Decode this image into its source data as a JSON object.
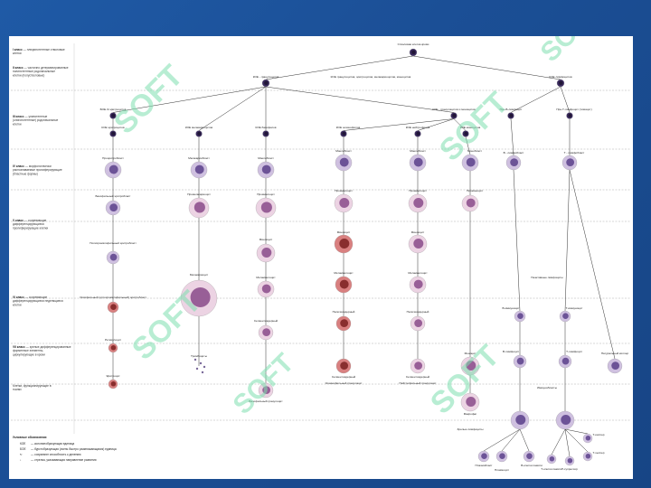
{
  "classes": [
    {
      "head": "I класс",
      "desc": "— плюрипотентные стволовые клетки"
    },
    {
      "head": "II класс",
      "desc": "— частично детерминированные полипотентные родоначальные клетки (полустволовые)"
    },
    {
      "head": "III класс",
      "desc": "— унипотентные (олигопотентные) родоначальные клетки"
    },
    {
      "head": "IV класс",
      "desc": "— морфологически распознаваемые пролиферирующие (бластные формы)"
    },
    {
      "head": "V класс",
      "desc": "— созревающие дифференцирующиеся пролиферирующие клетки"
    },
    {
      "head": "VI класс",
      "desc": "— созревающие дифференцирующиеся неделящиеся клетки"
    },
    {
      "head": "VII класс",
      "desc": "— зрелые дифференцированные форменные элементы, циркулирующие в крови"
    },
    {
      "head": "",
      "desc": "Клетки, функционирующие в тканях"
    }
  ],
  "tree": {
    "stem": "Стволовая клетка крови",
    "ksgm": "КОЕ гранулоцитов, эритроцитов, мегакариоцитов, моноцитов",
    "koe_gemm": "КОЕ - гранулоцитов",
    "koe_lymph": "КОЕ лимфоцитов",
    "koe_gm": "КОЕ - гранулоцитов и моноцитов",
    "bfu": "БОЕ-Э эритроцитов",
    "cfu_e": "КОЕ эритроцитов",
    "cfu_meg": "КОЕ мегакариоцитов",
    "cfu_baso": "КОЕ базофилов",
    "cfu_eos": "КОЕ эозинофилов",
    "cfu_neut": "КОЕ нейтрофилов",
    "cfu_mono": "КОЕ моноцитов",
    "pre_b": "Пре-В-лимфоцит",
    "pre_t": "Пре-Т-лимфоцит (тимоцит)",
    "proerythro": "Проэритробласт",
    "megakaryoblast": "Мегакариобласт",
    "myeloblast_b": "Миелобласт",
    "myeloblast_e": "Миелобласт",
    "myeloblast_n": "Миелобласт",
    "monoblast": "Монобласт",
    "b_lymphoblast": "В - лимфобласт",
    "t_lymphoblast": "Т - лимфобласт",
    "baso_erythro": "Базофильный эритробласт",
    "polychrom": "Полихроматофильный эритробласт",
    "ortho": "Оксифильный (ортохроматофильный) эритробласт",
    "promegakaryocyte": "Промегакариоцит",
    "megakaryocyte": "Мегакариоцит",
    "promyelocyte_b": "Промиелоцит",
    "myelocyte_b": "Миелоцит",
    "metamyelo_b": "Метамиелоцит",
    "seg_b": "Сегментоядерный",
    "baso_gran": "Базофильный гранулоцит",
    "promyelocyte_e": "Промиелоцит",
    "myelocyte_e": "Миелоцит",
    "metamyelo_e": "Метамиелоцит",
    "band_e": "Палочкоядерный",
    "seg_e": "Сегментоядерный",
    "eos_gran": "Эозинофильный гранулоцит",
    "promyelocyte_n": "Промиелоцит",
    "myelocyte_n": "Миелоцит",
    "metamyelo_n": "Метамиелоцит",
    "band_n": "Палочкоядерный",
    "seg_n": "Сегментоядерный",
    "neut_gran": "Нейтрофильный гранулоцит",
    "promonocyte": "Промоноцит",
    "monocyte": "Моноцит",
    "macrophage": "Макрофаг",
    "reticulocyte": "Ретикулоцит",
    "erythrocyte": "Эритроцит",
    "platelets": "Тромбоциты",
    "virgin": "Неактивные лимфоциты",
    "b_imm": "В-иммуноцит",
    "t_imm": "Т-иммуноцит",
    "b_lymph": "В-лимфоцит",
    "t_lymph": "Т-лимфоцит",
    "nk": "Натуральный киллер",
    "immunoblasts": "Иммунобласты",
    "plasma": "Плазмоцит",
    "plasmablast": "Плазмобласт",
    "memory_b": "В-клетки памяти",
    "killer": "Т-киллер",
    "helper": "Т-хелпер",
    "supp": "Т-супрессор",
    "memory_t": "Т-клетки памяти",
    "nonact": "Зрелые лимфоциты"
  },
  "legend": {
    "title": "Условные обозначения:",
    "items": [
      {
        "sym": "КОЕ",
        "text": "— колониеобразующая единица"
      },
      {
        "sym": "БОЕ",
        "text": "— бурстобразующая (очень быстро размножающаяся) единица"
      },
      {
        "sym": "↻",
        "text": "— сохраняют способность к делению"
      },
      {
        "sym": "↓",
        "text": "— стрелка, указывающая направление развития"
      }
    ]
  },
  "watermark": "SOFT",
  "colors": {
    "background": "#1b4f96",
    "panel": "#ffffff",
    "watermark": "#7fe0b0",
    "line": "#333333",
    "cell_purple": "#5b3f8a",
    "cell_red": "#b64a4a",
    "cell_pink": "#d9a8c8"
  }
}
